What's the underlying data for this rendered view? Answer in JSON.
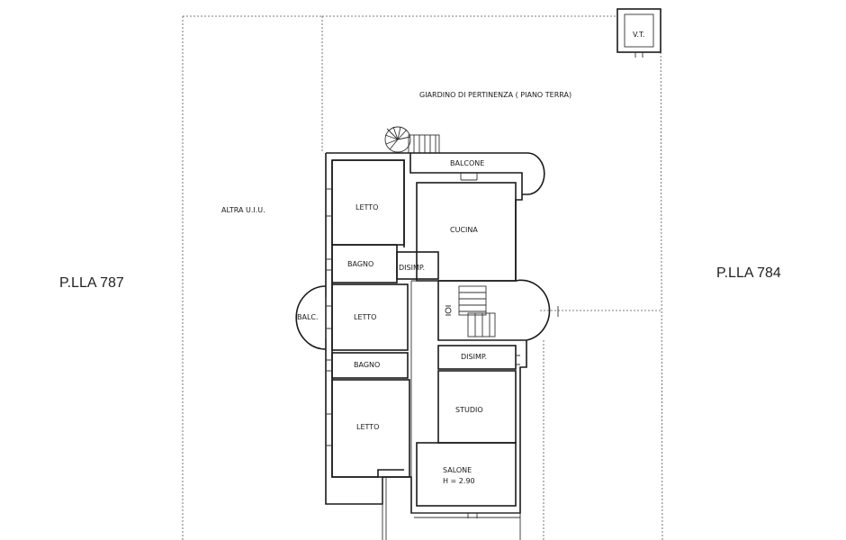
{
  "labels": {
    "parcel_left": "P.LLA 787",
    "parcel_right": "P.LLA 784",
    "other_unit": "ALTRA U.I.U.",
    "garden": "GIARDINO DI PERTINENZA ( PIANO TERRA)",
    "vt": "V.T.",
    "balcone": "BALCONE",
    "letto_1": "LETTO",
    "cucina": "CUCINA",
    "bagno_1": "BAGNO",
    "disimp_1": "DISIMP.",
    "balc": "BALC.",
    "letto_2": "LETTO",
    "disimp_2": "DISIMP.",
    "bagno_2": "BAGNO",
    "studio": "STUDIO",
    "letto_3": "LETTO",
    "salone": "SALONE",
    "salone_height": "H = 2.90"
  }
}
